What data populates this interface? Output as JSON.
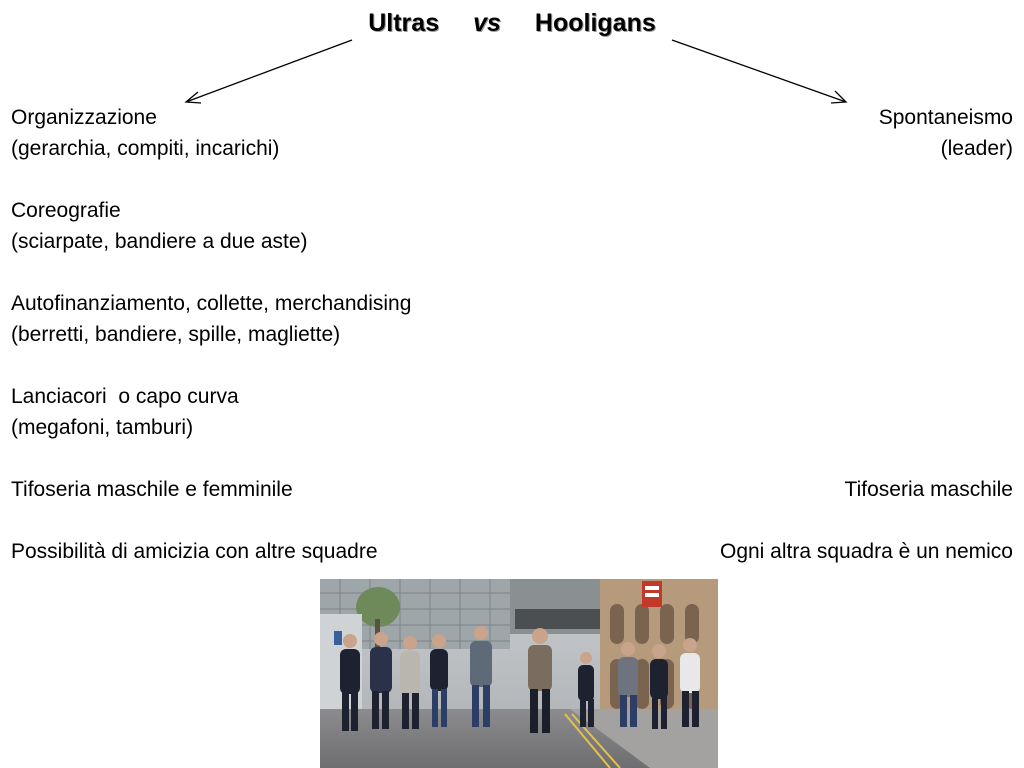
{
  "title": {
    "left": "Ultras",
    "middle": "vs",
    "right": "Hooligans"
  },
  "left_column": {
    "organizzazione": "Organizzazione",
    "organizzazione_detail": "(gerarchia, compiti, incarichi)",
    "coreografie": "Coreografie",
    "coreografie_detail": "(sciarpate, bandiere a due aste)",
    "autofinanziamento": "Autofinanziamento, collette, merchandising",
    "autofinanziamento_detail": "(berretti, bandiere, spille, magliette)",
    "lanciacori": "Lanciacori  o capo curva",
    "lanciacori_detail": "(megafoni, tamburi)",
    "tifoseria": "Tifoseria maschile e femminile",
    "amicizia": "Possibilità di amicizia con altre squadre"
  },
  "right_column": {
    "spontaneismo": "Spontaneismo",
    "spontaneismo_detail": "(leader)",
    "tifoseria": "Tifoseria maschile",
    "nemico": "Ogni altra squadra è un nemico"
  },
  "colors": {
    "text": "#000000",
    "title_shadow": "#9a9a9a",
    "background": "#ffffff"
  }
}
